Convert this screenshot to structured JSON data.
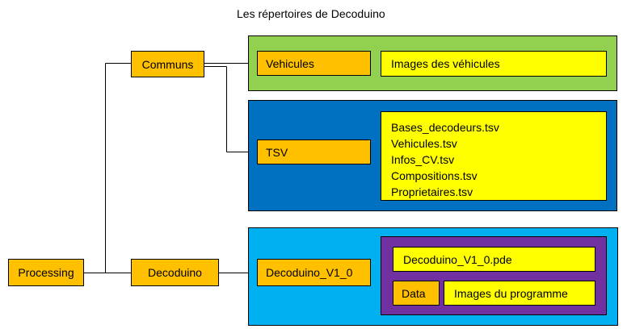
{
  "title": "Les répertoires de Decoduino",
  "nodes": {
    "processing": "Processing",
    "communs": "Communs",
    "decoduino": "Decoduino",
    "vehicules": "Vehicules",
    "tsv": "TSV",
    "decoduino_v1_0": "Decoduino_V1_0",
    "data": "Data"
  },
  "descriptions": {
    "images_vehicules": "Images des véhicules",
    "pde_file": "Decoduino_V1_0.pde",
    "images_programme": "Images du programme"
  },
  "tsv_files": [
    "Bases_decodeurs.tsv",
    "Vehicules.tsv",
    "Infos_CV.tsv",
    "Compositions.tsv",
    "Proprietaires.tsv"
  ],
  "colors": {
    "folder": "#ffc000",
    "content": "#ffff00",
    "communs_panel": "#92d050",
    "tsv_panel": "#0070c0",
    "decoduino_panel": "#00b0f0",
    "v1_panel": "#7030a0"
  }
}
